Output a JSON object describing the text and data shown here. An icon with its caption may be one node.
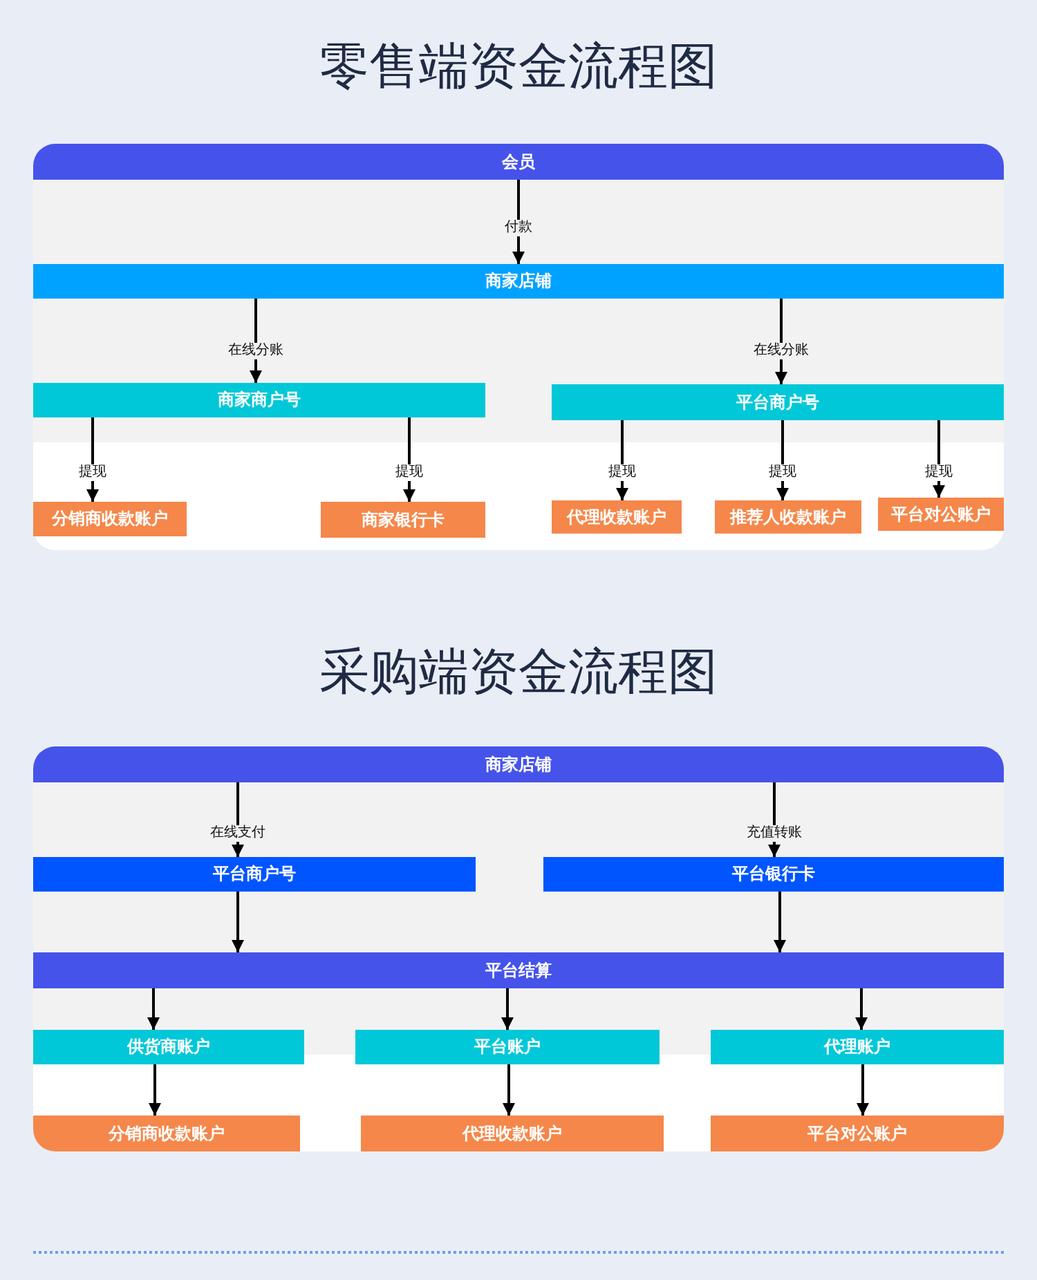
{
  "diagram": {
    "title": "零售端资金流程图",
    "nodes": [
      {
        "text": [
          "会员"
        ]
      },
      {
        "text": [
          "商家店铺"
        ]
      },
      {
        "text": [
          "商家商户号"
        ]
      },
      {
        "text": [
          "平台商户号"
        ]
      },
      {
        "text": [
          "分销商收款账户"
        ]
      },
      {
        "text": [
          "商家银行卡"
        ]
      },
      {
        "text": [
          "代理收款账户"
        ]
      },
      {
        "text": [
          "推荐人收款账户"
        ]
      },
      {
        "text": [
          "平台对公账户"
        ]
      },
      {
        "text": [
          "商家店铺"
        ]
      },
      {
        "text": [
          "平台商户号"
        ]
      },
      {
        "text": [
          "平台银行卡"
        ]
      },
      {
        "text": [
          "平台结算"
        ]
      },
      {
        "text": [
          "供货商账户"
        ]
      },
      {
        "text": [
          "平台账户"
        ]
      },
      {
        "text": [
          "代理账户"
        ]
      },
      {
        "text": [
          "分销商收款账户"
        ]
      },
      {
        "text": [
          "代理收款账户"
        ]
      },
      {
        "text": [
          "平台对公账户"
        ]
      }
    ],
    "edges": [
      {
        "from": 0,
        "to": 1,
        "arrow": "to",
        "label": "付款"
      },
      {
        "from": 1,
        "to": 2,
        "arrow": "to",
        "label": "在线分账"
      },
      {
        "from": 1,
        "to": 3,
        "arrow": "to",
        "label": "在线分账"
      },
      {
        "from": 2,
        "to": 4,
        "arrow": "to",
        "label": "提现"
      },
      {
        "from": 2,
        "to": 5,
        "arrow": "to",
        "label": "提现"
      },
      {
        "from": 3,
        "to": 6,
        "arrow": "to",
        "label": "提现"
      },
      {
        "from": 3,
        "to": 7,
        "arrow": "to",
        "label": "提现"
      },
      {
        "from": 3,
        "to": 8,
        "arrow": "to",
        "label": "提现"
      },
      {
        "from": 9,
        "to": 10,
        "arrow": "to",
        "label": "在线支付"
      },
      {
        "from": 9,
        "to": 11,
        "arrow": "to",
        "label": "充值转账"
      },
      {
        "from": 10,
        "to": 12,
        "arrow": "to"
      },
      {
        "from": 11,
        "to": 12,
        "arrow": "to"
      },
      {
        "from": 12,
        "to": 13,
        "arrow": "to"
      },
      {
        "from": 12,
        "to": 14,
        "arrow": "to"
      },
      {
        "from": 12,
        "to": 15,
        "arrow": "to"
      },
      {
        "from": 13,
        "to": 16,
        "arrow": "to"
      },
      {
        "from": 14,
        "to": 17,
        "arrow": "to"
      },
      {
        "from": 15,
        "to": 18,
        "arrow": "to"
      }
    ],
    "labels": [
      "采购端资金流程图"
    ]
  }
}
